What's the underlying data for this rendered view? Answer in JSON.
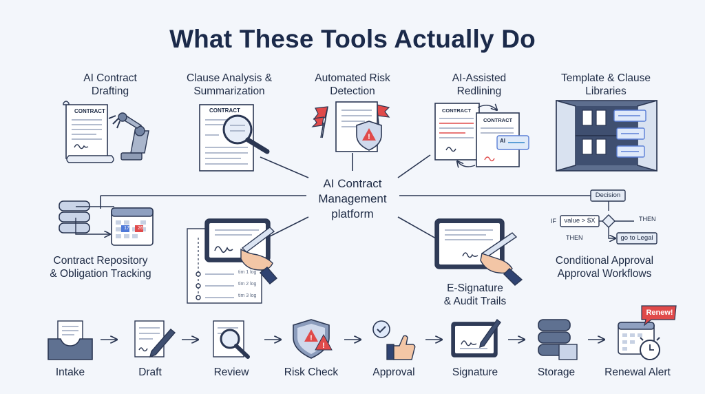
{
  "title": "What These Tools Actually Do",
  "center": {
    "line1": "AI Contract",
    "line2": "Management",
    "line3": "platform"
  },
  "features": {
    "drafting": {
      "line1": "AI Contract",
      "line2": "Drafting",
      "doc_label": "CONTRACT"
    },
    "clause": {
      "line1": "Clause Analysis &",
      "line2": "Summarization",
      "doc_label": "CONTRACT"
    },
    "risk": {
      "line1": "Automated Risk",
      "line2": "Detection"
    },
    "redline": {
      "line1": "AI-Assisted",
      "line2": "Redlining",
      "doc_label_1": "CONTRACT",
      "doc_label_2": "CONTRACT",
      "chip": "AI"
    },
    "template": {
      "line1": "Template & Clause",
      "line2": "Libraries"
    },
    "repository": {
      "line1": "Contract Repository",
      "line2": "& Obligation Tracking",
      "cal_day_1": "17",
      "cal_day_2": "26"
    },
    "esign": {
      "line1": "E-Signature",
      "line2": "& Audit Trails"
    },
    "timeline_tags": {
      "t1": "tim 1 log",
      "t2": "tim 2 log",
      "t3": "tim 3 log"
    },
    "approval": {
      "line1": "Conditional Approval",
      "line2": "Approval Workflows",
      "decision": "Decision",
      "if": "IF",
      "condition": "value > $X",
      "then_1": "THEN",
      "then_2": "THEN",
      "route": "go to Legal"
    }
  },
  "steps": [
    "Intake",
    "Draft",
    "Review",
    "Risk Check",
    "Approval",
    "Signature",
    "Storage",
    "Renewal Alert"
  ],
  "renew_badge": "Renew!",
  "colors": {
    "navy": "#1d2a44",
    "blue": "#5b7fd6",
    "red": "#e04a4a",
    "page": "#f3f6fb"
  }
}
